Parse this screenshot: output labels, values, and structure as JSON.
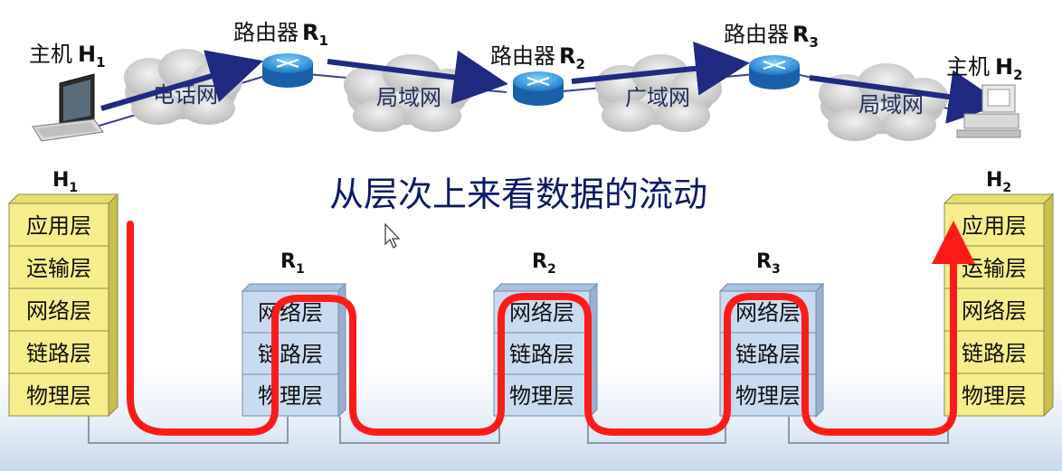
{
  "top": {
    "host1": {
      "label": "主机",
      "sub": "1",
      "letter": "H"
    },
    "host2": {
      "label": "主机",
      "sub": "2",
      "letter": "H"
    },
    "router1": {
      "label": "路由器",
      "letter": "R",
      "sub": "1"
    },
    "router2": {
      "label": "路由器",
      "letter": "R",
      "sub": "2"
    },
    "router3": {
      "label": "路由器",
      "letter": "R",
      "sub": "3"
    },
    "clouds": [
      "电话网",
      "局域网",
      "广域网",
      "局域网"
    ]
  },
  "title": "从层次上来看数据的流动",
  "stacks": {
    "h1": {
      "letter": "H",
      "sub": "1",
      "layers": [
        "应用层",
        "运输层",
        "网络层",
        "链路层",
        "物理层"
      ]
    },
    "r1": {
      "letter": "R",
      "sub": "1",
      "layers": [
        "网络层",
        "链路层",
        "物理层"
      ]
    },
    "r2": {
      "letter": "R",
      "sub": "2",
      "layers": [
        "网络层",
        "链路层",
        "物理层"
      ]
    },
    "r3": {
      "letter": "R",
      "sub": "3",
      "layers": [
        "网络层",
        "链路层",
        "物理层"
      ]
    },
    "h2": {
      "letter": "H",
      "sub": "2",
      "layers": [
        "应用层",
        "运输层",
        "网络层",
        "链路层",
        "物理层"
      ]
    }
  },
  "colors": {
    "host_layer": "#f6ee8a",
    "router_layer": "#c9dbf0",
    "flow": "#ff1a1a",
    "arrow": "#1f2a80",
    "title": "#0b1a66"
  }
}
